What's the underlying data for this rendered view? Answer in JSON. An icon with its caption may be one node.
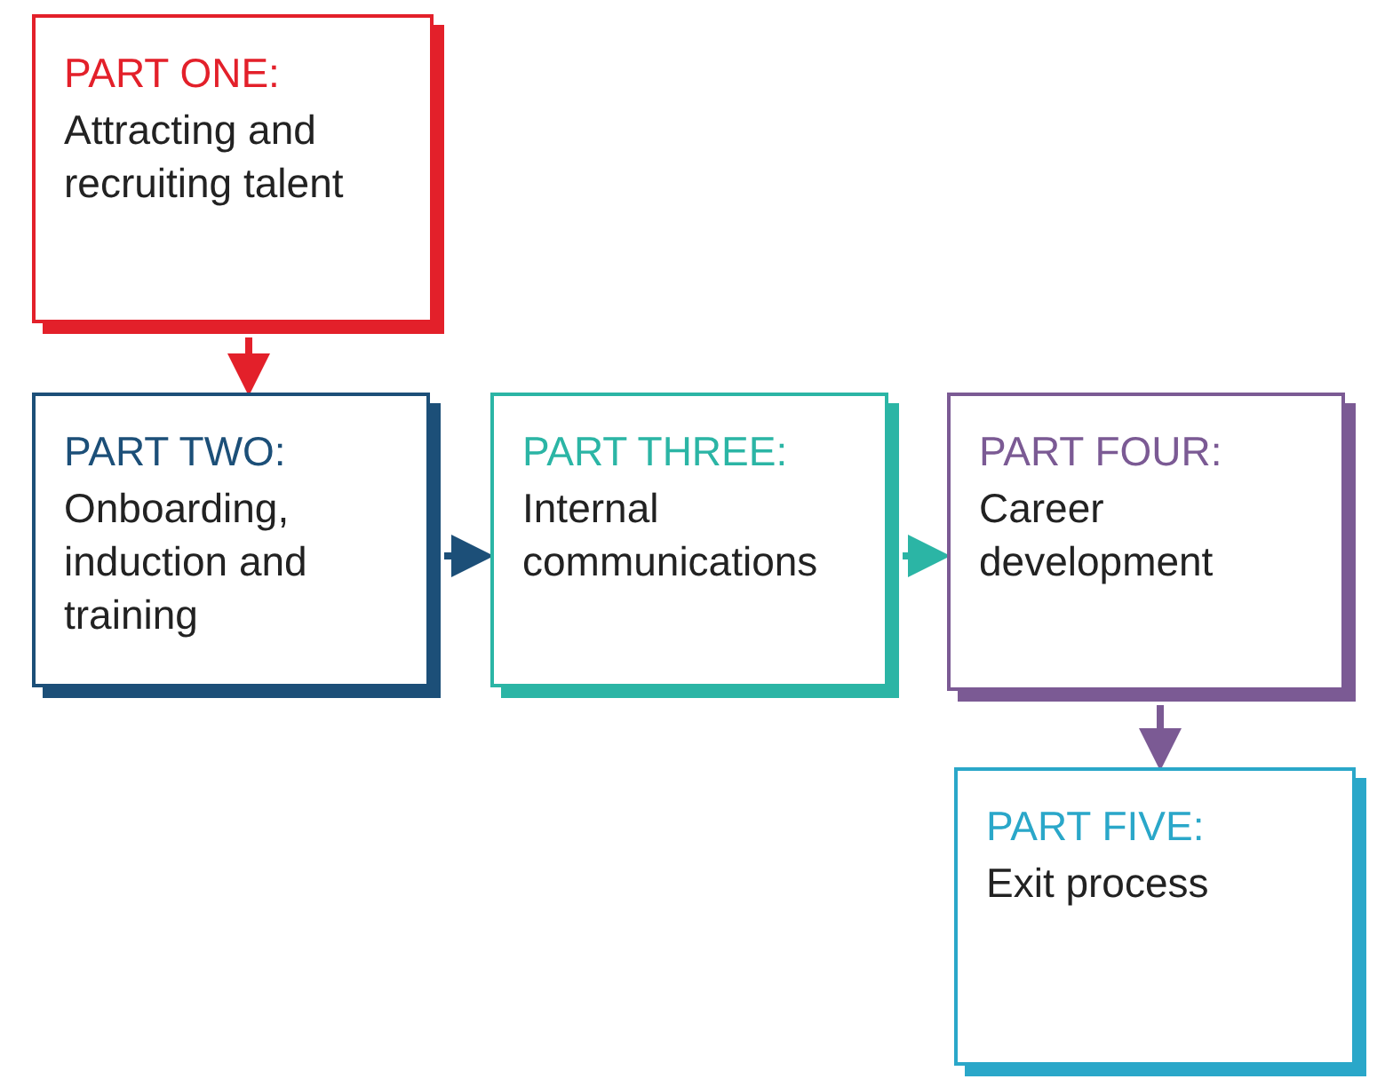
{
  "diagram": {
    "nodes": [
      {
        "text": [
          "PART ONE:",
          "Attracting and recruiting talent"
        ]
      },
      {
        "text": [
          "PART TWO:",
          "Onboarding, induction and training"
        ]
      },
      {
        "text": [
          "PART THREE:",
          "Internal communications"
        ]
      },
      {
        "text": [
          "PART FOUR:",
          "Career development"
        ]
      },
      {
        "text": [
          "PART FIVE:",
          "Exit process"
        ]
      }
    ],
    "edges": [
      {
        "from": 0,
        "to": 1,
        "arrow": "to",
        "color": "#e3202a"
      },
      {
        "from": 1,
        "to": 2,
        "arrow": "to",
        "color": "#1c4f78"
      },
      {
        "from": 2,
        "to": 3,
        "arrow": "to",
        "color": "#2bb5a5"
      },
      {
        "from": 3,
        "to": 4,
        "arrow": "to",
        "color": "#7b5a94"
      }
    ]
  }
}
